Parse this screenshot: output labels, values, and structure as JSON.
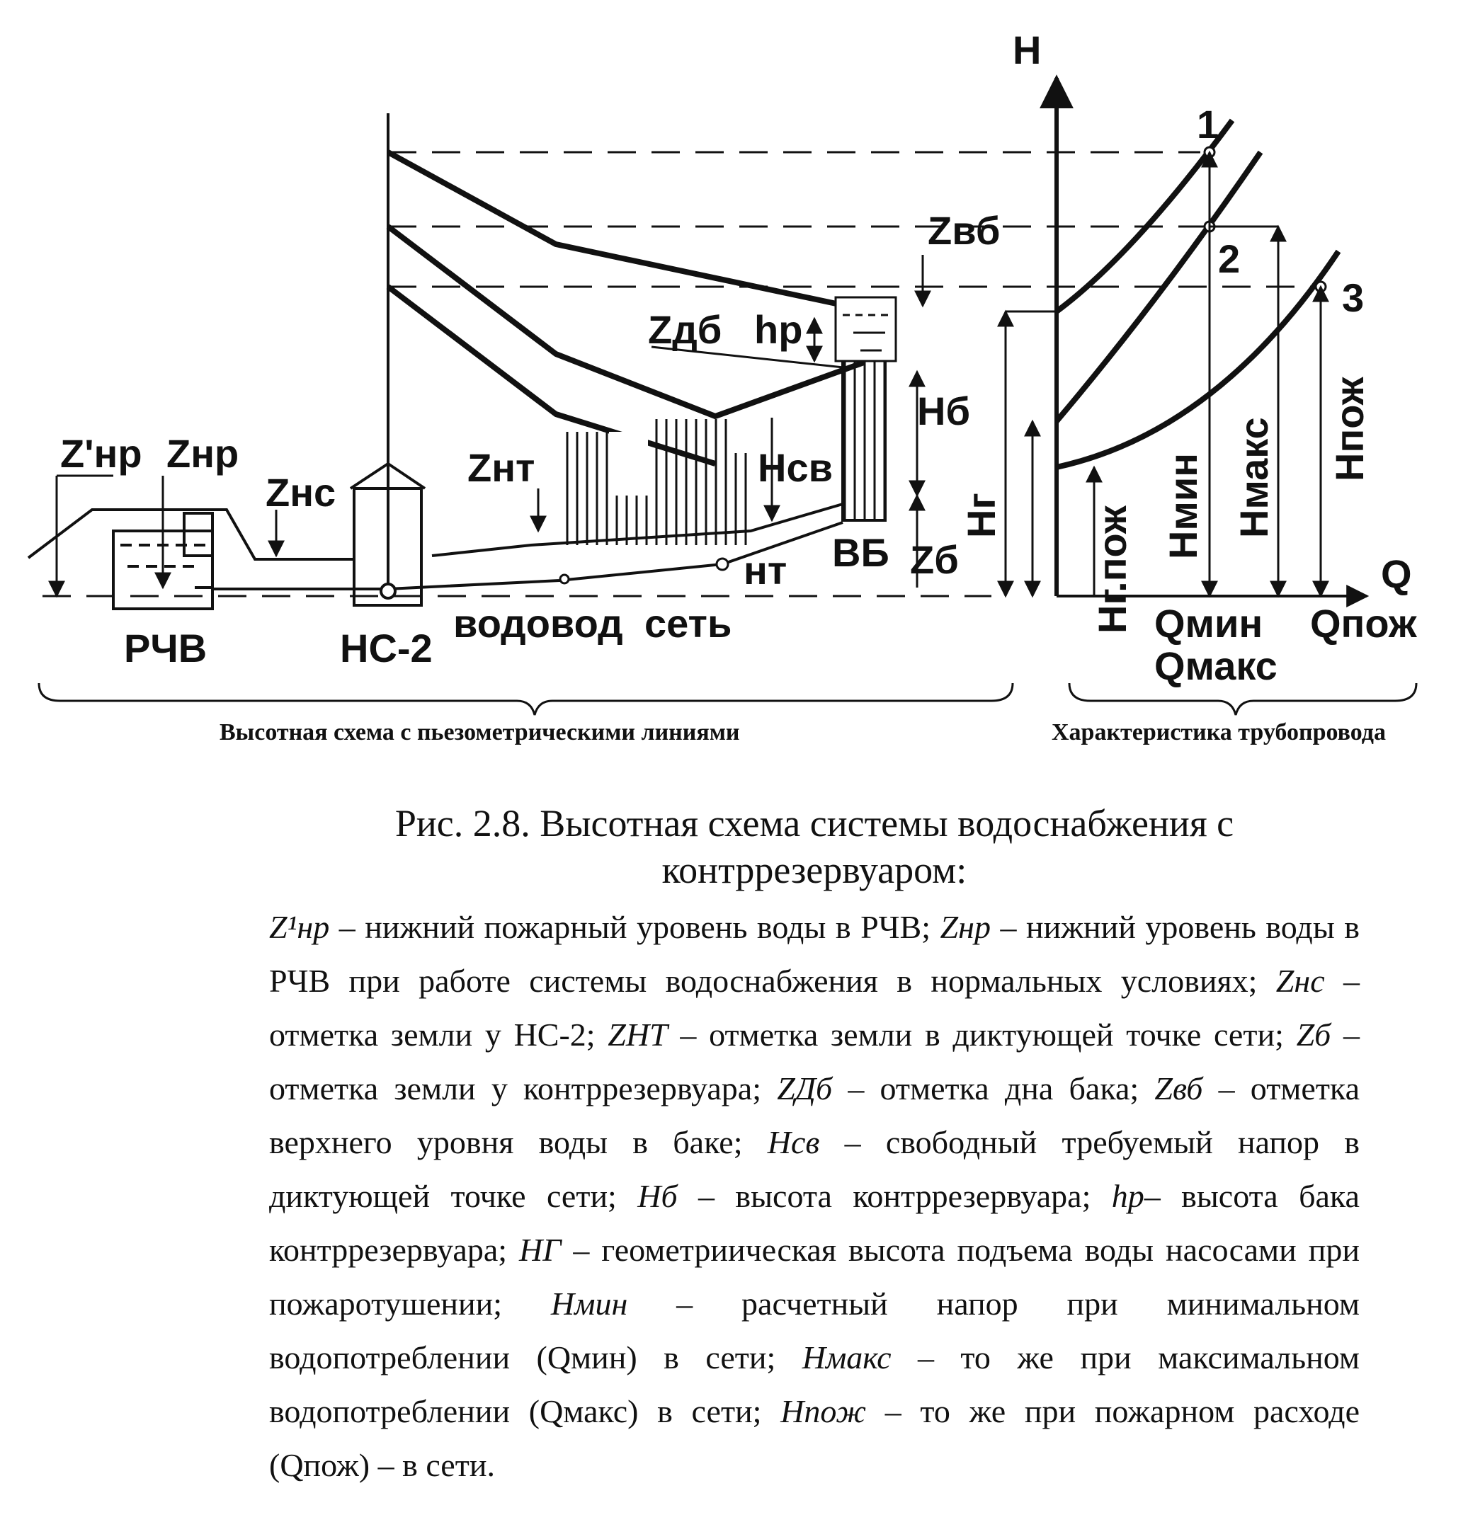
{
  "labels": {
    "z_nr_prime": "Z'нр",
    "z_nr": "Zнр",
    "z_ns": "Zнс",
    "z_nt": "Zнт",
    "z_db": "Zдб",
    "h_r": "hр",
    "z_vb": "Zвб",
    "h_b": "Hб",
    "h_sv": "Hсв",
    "z_b": "Zб",
    "h_g": "Hг",
    "h_g_pozh": "Hг.пож",
    "h_min": "Hмин",
    "h_maks": "Hмакс",
    "h_pozh": "Hпож",
    "rchv": "РЧВ",
    "ns2": "НС-2",
    "vodovod": "водовод",
    "set": "сеть",
    "nt": "нт",
    "vb": "ВБ",
    "axis_h": "H",
    "axis_q": "Q",
    "q_min": "Qмин",
    "q_pozh": "Qпож",
    "q_maks": "Qмакс",
    "curve_1": "1",
    "curve_2": "2",
    "curve_3": "3"
  },
  "brace_captions": {
    "left": "Высотная схема с пьезометрическими линиями",
    "right": "Характеристика трубопровода"
  },
  "caption": {
    "title": "Рис. 2.8. Высотная схема системы водоснабжения с контррезервуаром:",
    "parts": [
      {
        "sym": "Z¹нр",
        "text": " – нижний пожарный уровень воды в РЧВ; "
      },
      {
        "sym": "Zнр",
        "text": " – нижний уровень воды в РЧВ при работе системы водоснабжения в нормальных условиях; "
      },
      {
        "sym": "Zнс",
        "text": " – отметка земли у НС-2; "
      },
      {
        "sym": "ZНТ",
        "text": " – отметка земли в диктующей точке сети; "
      },
      {
        "sym": "Zб",
        "text": " – отметка земли у контррезервуара; "
      },
      {
        "sym": "ZДб",
        "text": " – отметка дна бака; "
      },
      {
        "sym": "Zвб",
        "text": " – отметка верхнего уровня воды в баке; "
      },
      {
        "sym": "Hсв",
        "text": " – свободный требуемый напор в диктующей точке сети; "
      },
      {
        "sym": "Hб",
        "text": " – высота контррезервуара; "
      },
      {
        "sym": "hр",
        "text": "– высота бака контррезервуара; "
      },
      {
        "sym": "HГ",
        "text": " – геометриическая высота подъема воды насосами при пожаротушении; "
      },
      {
        "sym": "Hмин",
        "text": " – расчетный напор при минимальном водопотреблении (Qмин) в сети; "
      },
      {
        "sym": "Hмакс",
        "text": " – то же при максимальном водопотреблении (Qмакс) в сети; "
      },
      {
        "sym": "Hпож",
        "text": " – то же при пожарном расходе (Qпож) – в сети."
      }
    ]
  }
}
